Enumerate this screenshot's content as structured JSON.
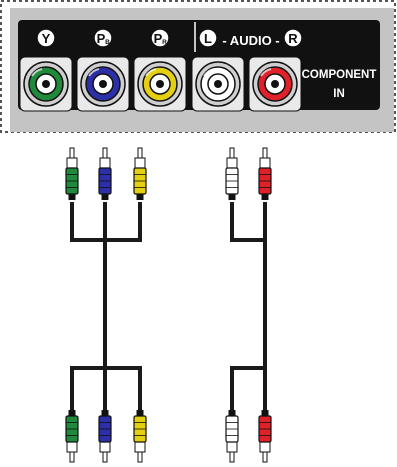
{
  "panel": {
    "label_line1": "COMPONENT",
    "label_line2": "IN",
    "audio_label": "- AUDIO -"
  },
  "jacks": [
    {
      "id": "y",
      "letter": "Y",
      "sub": "",
      "color": "#1f8a3c",
      "label_style": "circle-black"
    },
    {
      "id": "pb",
      "letter": "P",
      "sub": "B",
      "color": "#2b2fa8",
      "label_style": "circle-black"
    },
    {
      "id": "pr",
      "letter": "P",
      "sub": "R",
      "color": "#e4d010",
      "label_style": "circle-black"
    },
    {
      "id": "l",
      "letter": "L",
      "sub": "",
      "color": "#ffffff",
      "label_style": "circle-white-on-black"
    },
    {
      "id": "r",
      "letter": "R",
      "sub": "",
      "color": "#e0212a",
      "label_style": "circle-white-on-black"
    }
  ],
  "cables": {
    "component_plug_colors": [
      "#1f8a3c",
      "#2b2fa8",
      "#e4d010"
    ],
    "audio_plug_colors": [
      "#ffffff",
      "#e0212a"
    ]
  },
  "colors": {
    "panel_bg": "#c4c4c4",
    "label_band": "#111111",
    "dashed_border": "#555555",
    "cable": "#1a1a1a"
  }
}
